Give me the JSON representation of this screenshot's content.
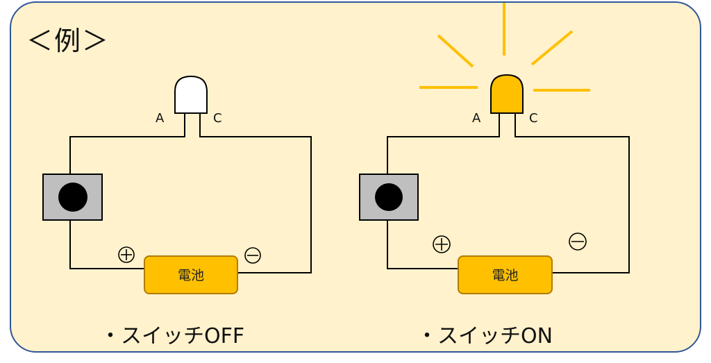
{
  "title": "＜例＞",
  "left_circuit": {
    "pin_a": "A",
    "pin_c": "C",
    "plus_symbol": "⊕",
    "minus_symbol": "⊖",
    "battery_label": "電池",
    "caption": "・スイッチOFF",
    "led_state": "off"
  },
  "right_circuit": {
    "pin_a": "A",
    "pin_c": "C",
    "plus_symbol": "⊕",
    "minus_symbol": "⊖",
    "battery_label": "電池",
    "caption": "・スイッチON",
    "led_state": "on"
  },
  "colors": {
    "background": "#fff2cc",
    "border": "#2f5597",
    "battery_fill": "#ffc000",
    "battery_border": "#b07c00",
    "led_on": "#ffc000",
    "led_off": "#ffffff",
    "switch_body": "#bfbfbf",
    "rays": "#ffc000"
  }
}
